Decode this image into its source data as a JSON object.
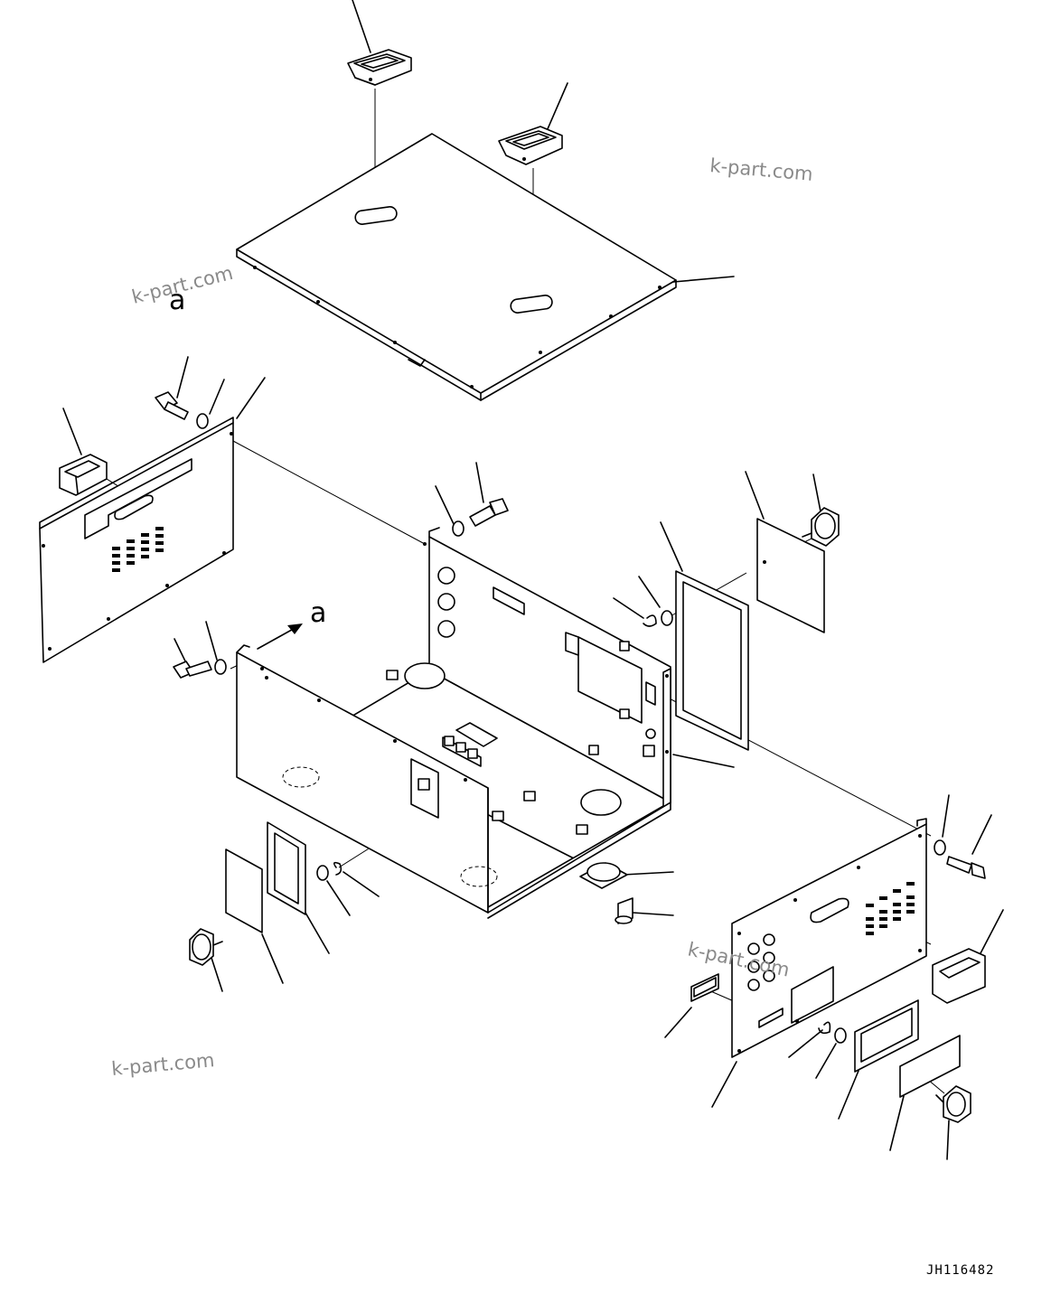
{
  "watermark": {
    "top_right": "k-part.com",
    "top_left": "k-part.com",
    "bottom_left": "k-part.com",
    "bottom_right": "k-part.com"
  },
  "view_marker": {
    "upper": "a",
    "lower": "a"
  },
  "drawing_code": "JH116482"
}
